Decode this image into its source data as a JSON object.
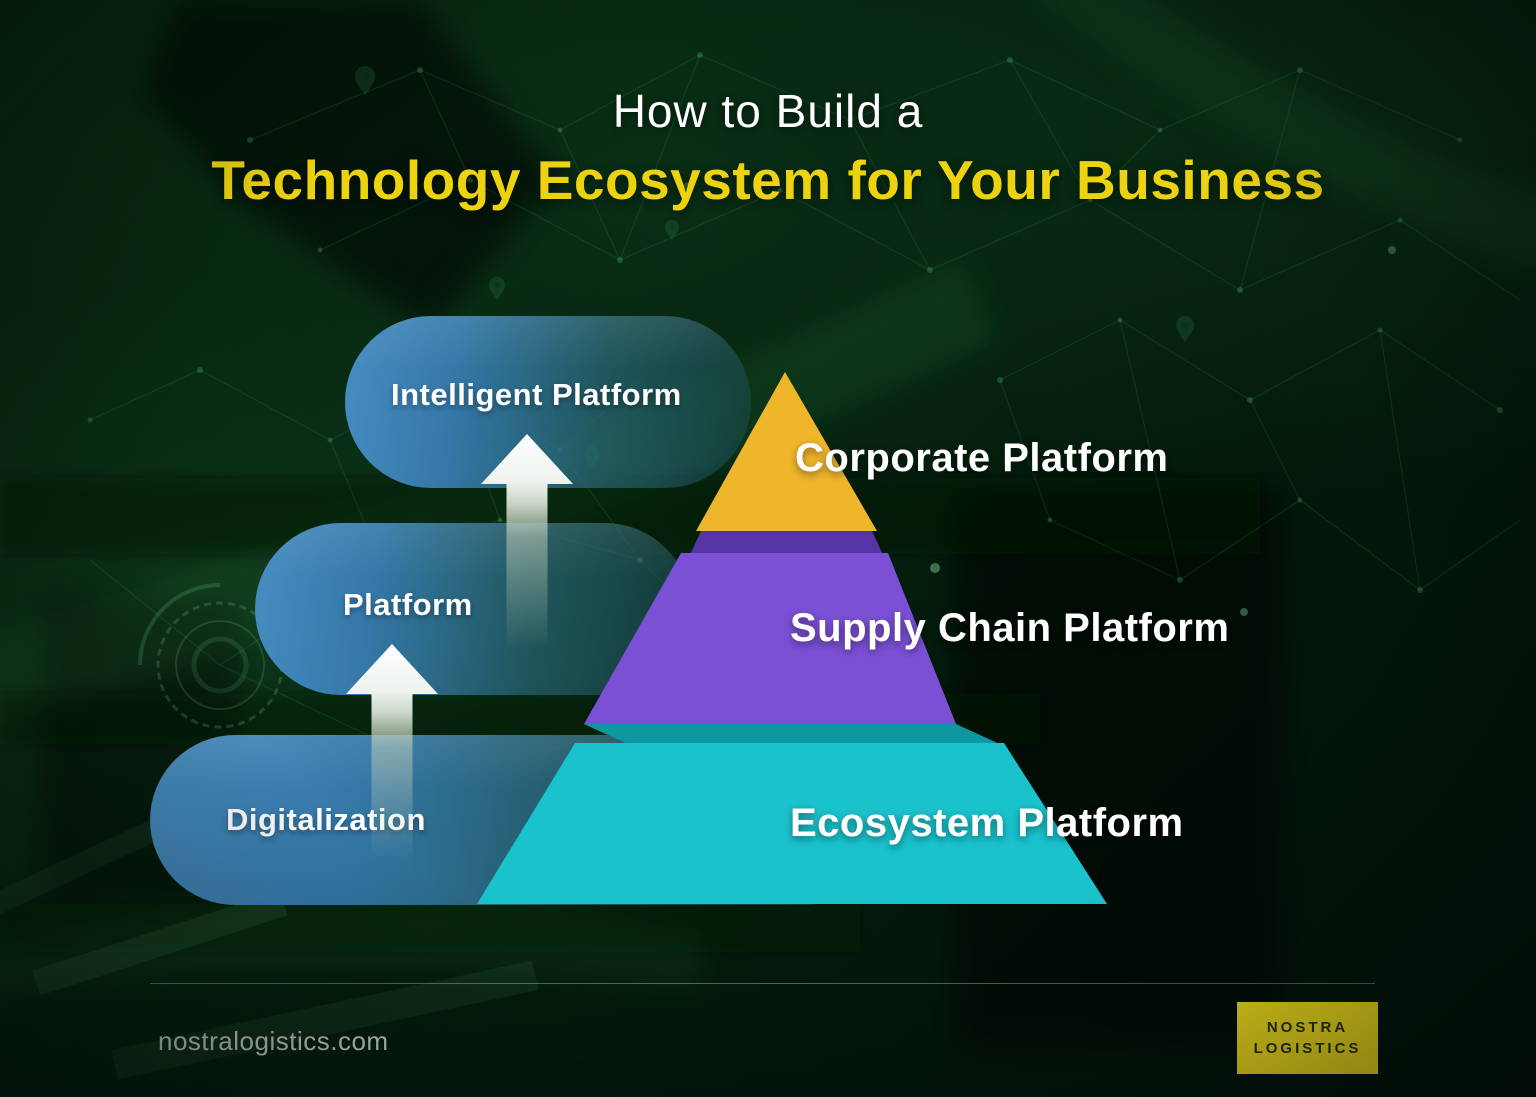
{
  "title": {
    "line1": "How to Build a",
    "line2": "Technology Ecosystem for Your Business",
    "line2_color": "#EDD30F"
  },
  "pills": [
    {
      "label": "Intelligent Platform"
    },
    {
      "label": "Platform"
    },
    {
      "label": "Digitalization"
    }
  ],
  "pill_color": "#3F86BE",
  "arrow_icon": "up-arrow",
  "pyramid": {
    "levels": [
      {
        "label": "Corporate Platform",
        "color": "#EFB62C"
      },
      {
        "label": "Supply Chain Platform",
        "color": "#7B50D5",
        "top_shade": "#5634A6"
      },
      {
        "label": "Ecosystem Platform",
        "color": "#1AC2CC",
        "top_shade": "#0E96A1"
      }
    ]
  },
  "footer": {
    "website": "nostralogistics.com",
    "logo": {
      "line1": "NOSTRA",
      "line2": "LOGISTICS",
      "bg_color": "#F2DC1E",
      "text_color": "#27300F"
    }
  },
  "colors": {
    "background_green": "#04200D",
    "title_white": "#FFFFFF",
    "label_white": "#FFFFFF",
    "network_green": "#4EC97E"
  }
}
